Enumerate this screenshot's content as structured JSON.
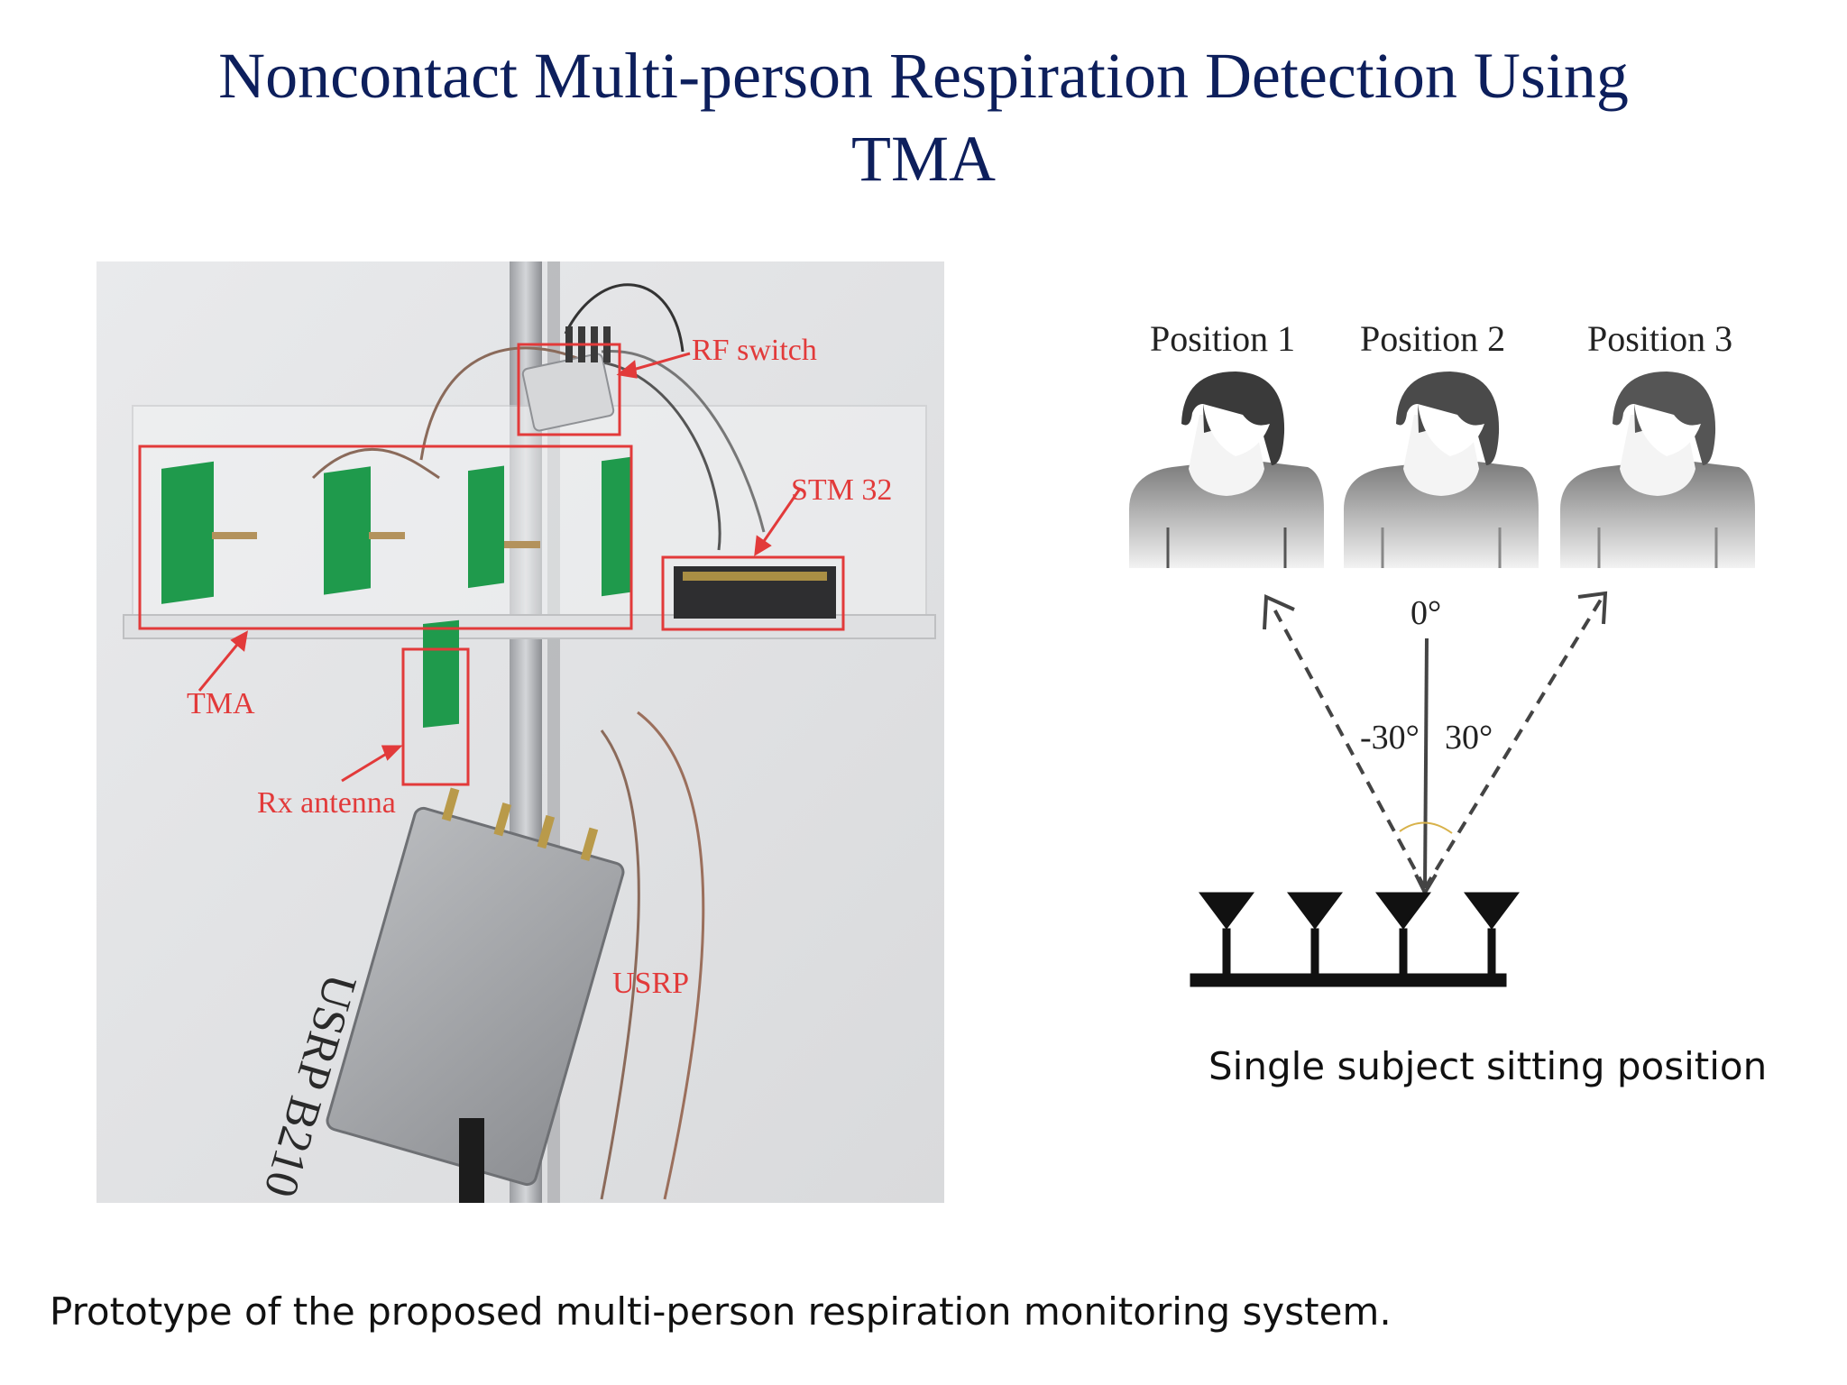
{
  "title": {
    "line1": "Noncontact Multi-person Respiration Detection Using",
    "line2": "TMA"
  },
  "photo": {
    "labels": {
      "rf_switch": "RF switch",
      "stm32": "STM 32",
      "tma": "TMA",
      "rx_antenna": "Rx antenna",
      "usrp": "USRP"
    },
    "device_text": {
      "model": "USRP B210"
    }
  },
  "diagram": {
    "positions": [
      "Position 1",
      "Position 2",
      "Position 3"
    ],
    "angles": {
      "center": "0°",
      "left": "-30°",
      "right": "30°"
    }
  },
  "captions": {
    "right": "Single subject sitting position",
    "bottom": "Prototype of the proposed multi-person respiration monitoring system."
  },
  "colors": {
    "title": "#0d1f5c",
    "annotation": "#e23a3a",
    "antenna_board": "#1f9a4c"
  }
}
